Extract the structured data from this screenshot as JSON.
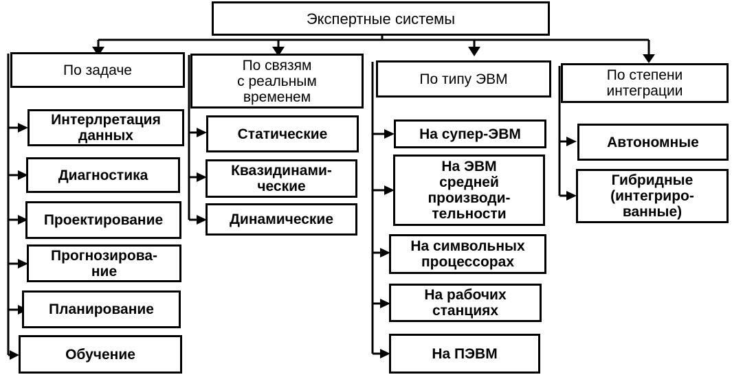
{
  "title": "Экспертные системы",
  "categories": [
    {
      "label": "По задаче",
      "items": [
        "Интерлретация\nданных",
        "Диагностика",
        "Проектирование",
        "Прогнозирова-\nние",
        "Планирование",
        "Обучение"
      ]
    },
    {
      "label": "По связям\nс реальным\nвременем",
      "items": [
        "Статические",
        "Квазидинами-\nческие",
        "Динамические"
      ]
    },
    {
      "label": "По типу ЭВМ",
      "items": [
        "На супер-ЭВМ",
        "На ЭВМ\nсредней\nпроизводи-\nтельности",
        "На символьных\nпроцессорах",
        "На рабочих\nстанциях",
        "На ПЭВМ"
      ]
    },
    {
      "label": "По степени\nинтеграции",
      "items": [
        "Автономные",
        "Гибридные\n(интегриро-\nванные)"
      ]
    }
  ]
}
